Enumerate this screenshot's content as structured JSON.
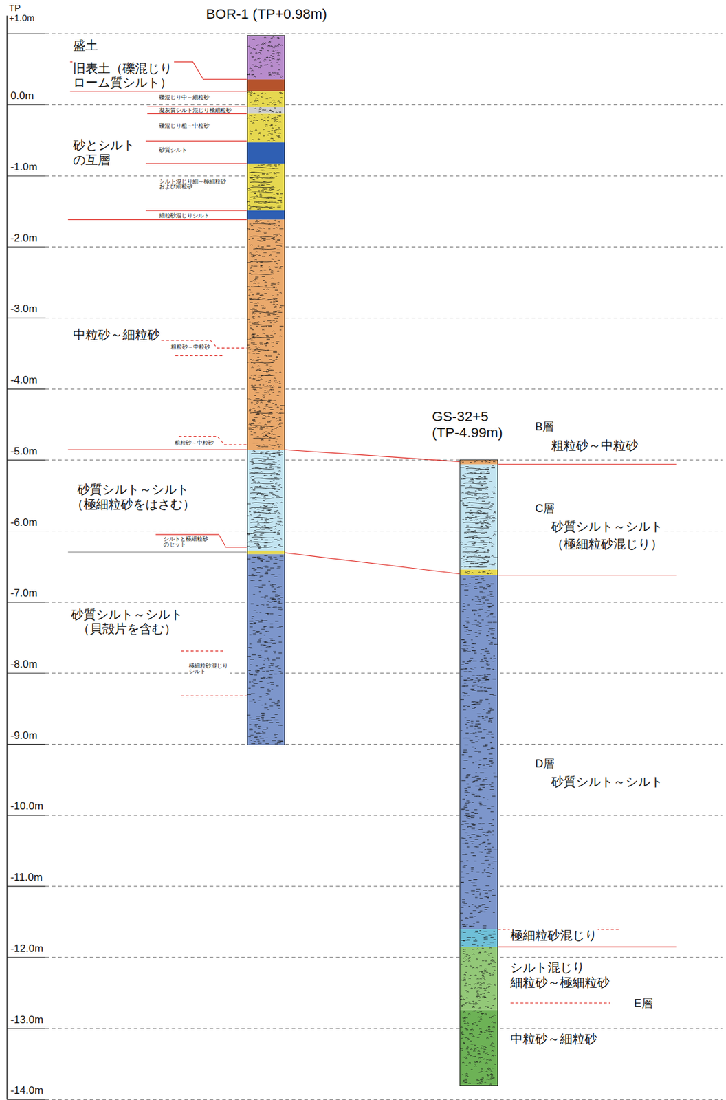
{
  "diagram": {
    "nodes": [
      {
        "text": [
          "BOR-1 (TP+0.98m)"
        ]
      },
      {
        "text": [
          "GS-32+5 (TP-4.99m)"
        ]
      }
    ],
    "labels": [
      "TP +1.0m",
      "0.0m",
      "-1.0m",
      "-2.0m",
      "-3.0m",
      "-4.0m",
      "-5.0m",
      "-6.0m",
      "-7.0m",
      "-8.0m",
      "-9.0m",
      "-10.0m",
      "-11.0m",
      "-12.0m",
      "-13.0m",
      "-14.0m",
      "盛土",
      "旧表土（礫混じり ローム質シルト）",
      "礫混じり中～細粒砂",
      "凝灰質シルト混じり極細粒砂",
      "礫混じり粗～中粒砂",
      "砂とシルト の互層",
      "砂質シルト",
      "シルト混じり細～極細粒砂 および細粒砂",
      "細粒砂混じりシルト",
      "中粒砂～細粒砂",
      "粗粒砂～中粒砂",
      "粗粒砂～中粒砂",
      "砂質シルト～シルト （極細粒砂をはさむ）",
      "シルトと極細粒砂 のセット",
      "砂質シルト～シルト （貝殻片を含む）",
      "極細粒砂混じり シルト",
      "B層",
      "粗粒砂～中粒砂",
      "C層",
      "砂質シルト～シルト",
      "（極細粒砂混じり）",
      "D層",
      "砂質シルト～シルト",
      "極細粒砂混じり",
      "シルト混じり 細粒砂～極細粒砂",
      "E層",
      "中粒砂～細粒砂"
    ]
  }
}
